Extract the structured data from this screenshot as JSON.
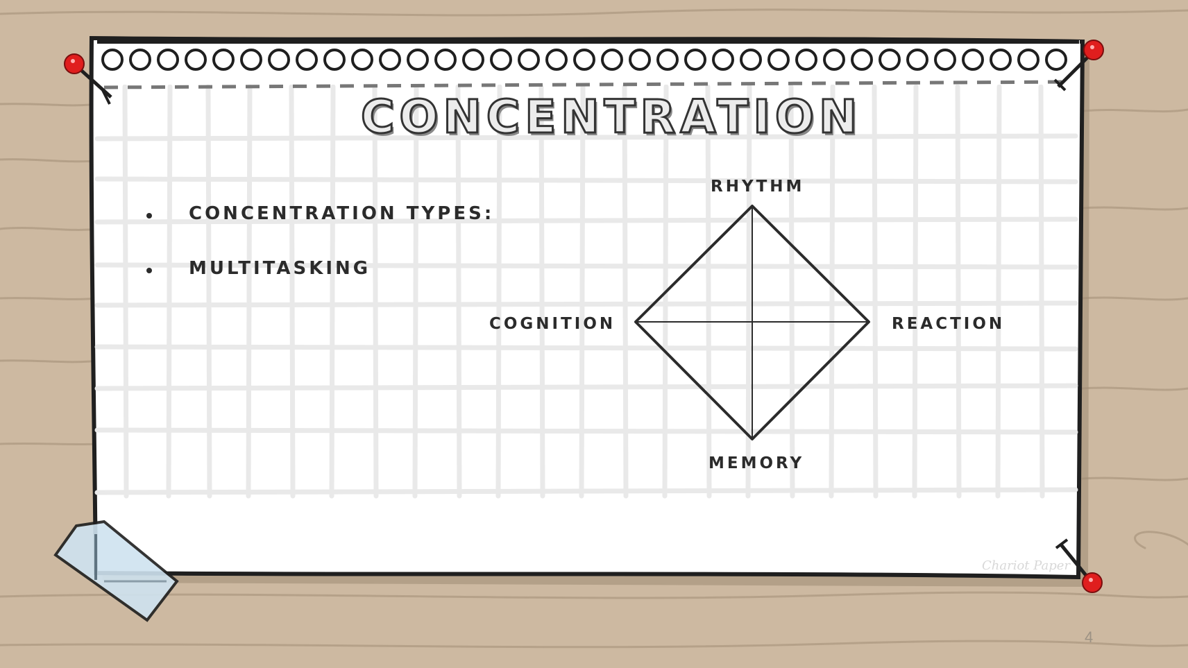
{
  "slide": {
    "title": "CONCENTRATION",
    "bullets": [
      {
        "text": "CONCENTRATION TYPES:"
      },
      {
        "text": "MULTITASKING"
      }
    ],
    "diagram": {
      "top": "RHYTHM",
      "left": "COGNITION",
      "right": "REACTION",
      "bottom": "MEMORY"
    },
    "watermark": "Chariot Paper",
    "page_number": "4"
  },
  "colors": {
    "wood": "#cdb9a1",
    "paper": "#ffffff",
    "grid": "#e9e9e9",
    "ink": "#2b2b2b",
    "pin": "#e01e1e",
    "tape": "#cfe3f0"
  }
}
